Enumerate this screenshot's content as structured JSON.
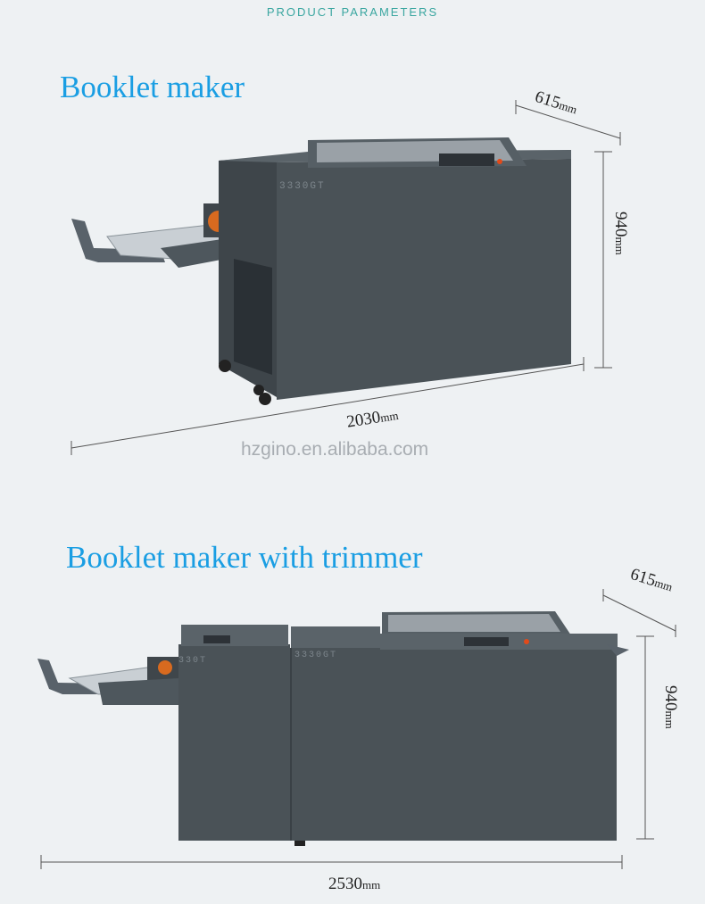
{
  "header": "PRODUCT PARAMETERS",
  "section1": {
    "title": "Booklet maker",
    "model_label": "3330GT",
    "depth": {
      "value": "615",
      "unit": "mm"
    },
    "height": {
      "value": "940",
      "unit": "mm"
    },
    "width": {
      "value": "2030",
      "unit": "mm"
    }
  },
  "watermark": "hzgino.en.alibaba.com",
  "section2": {
    "title": "Booklet maker with trimmer",
    "model_label_left": "330T",
    "model_label_right": "3330GT",
    "depth": {
      "value": "615",
      "unit": "mm"
    },
    "height": {
      "value": "940",
      "unit": "mm"
    },
    "width": {
      "value": "2530",
      "unit": "mm"
    }
  },
  "colors": {
    "machine": "#4a5257",
    "machine_dark": "#3a4146",
    "title": "#1a9ee3",
    "header": "#3aa6a0",
    "indicator": "#e24a1a"
  }
}
